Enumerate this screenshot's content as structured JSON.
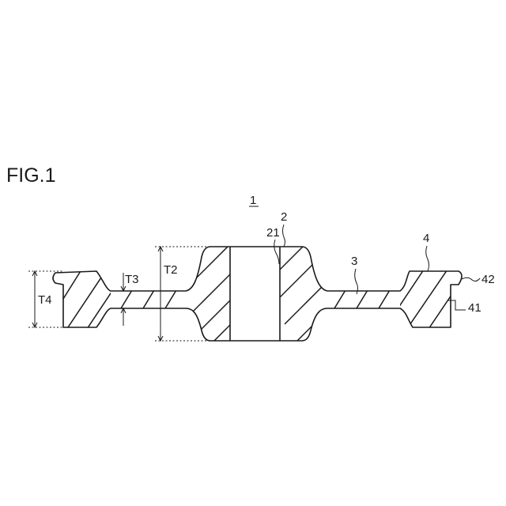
{
  "figure": {
    "title": "FIG.1",
    "labels": {
      "part_1": "1",
      "part_2": "2",
      "part_21": "21",
      "part_3": "3",
      "part_4": "4",
      "part_41": "41",
      "part_42": "42",
      "dim_T2": "T2",
      "dim_T3": "T3",
      "dim_T4": "T4"
    },
    "colors": {
      "line": "#1a1a1a",
      "background": "#ffffff"
    }
  }
}
